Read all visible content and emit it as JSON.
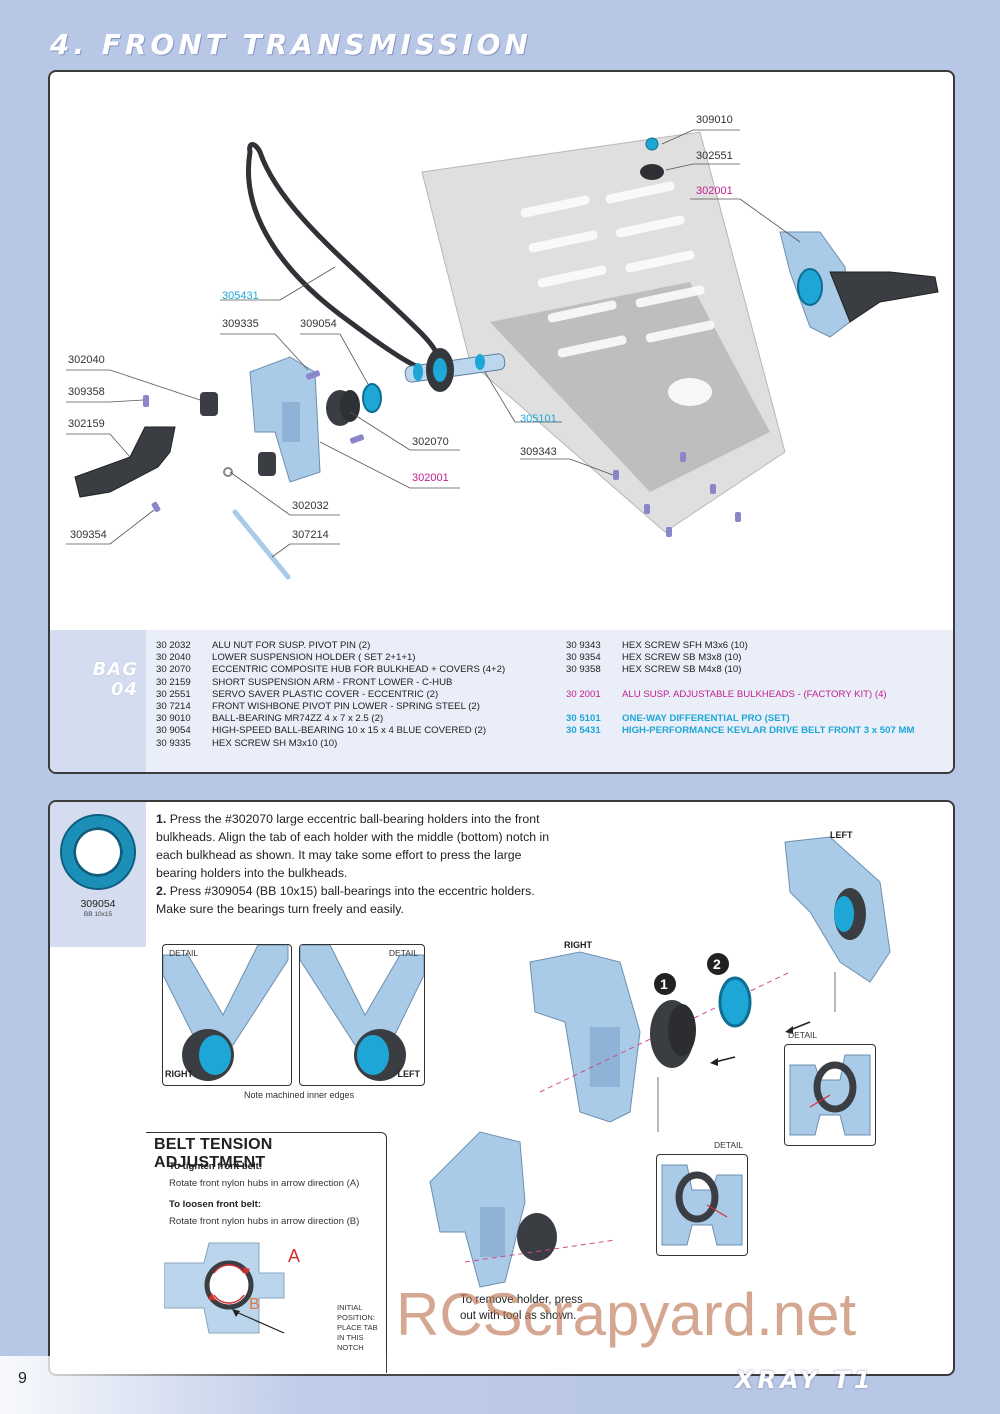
{
  "page": {
    "title": "4. FRONT TRANSMISSION",
    "page_number": "9",
    "brand": "XRAY T1",
    "watermark": "RCScrapyard.net"
  },
  "callouts": {
    "c309010": "309010",
    "c302551": "302551",
    "c302001_top": "302001",
    "c305431": "305431",
    "c309335": "309335",
    "c309054": "309054",
    "c302040": "302040",
    "c309358": "309358",
    "c302159": "302159",
    "c305101": "305101",
    "c309343": "309343",
    "c302070": "302070",
    "c302001_mid": "302001",
    "c302032": "302032",
    "c307214": "307214",
    "c309354": "309354"
  },
  "parts_list": {
    "bag_line1": "BAG",
    "bag_line2": "04",
    "left": [
      {
        "code": "30 2032",
        "desc": "ALU NUT FOR SUSP. PIVOT PIN (2)"
      },
      {
        "code": "30 2040",
        "desc": "LOWER SUSPENSION HOLDER ( SET 2+1+1)"
      },
      {
        "code": "30 2070",
        "desc": "ECCENTRIC COMPOSITE HUB FOR BULKHEAD + COVERS (4+2)"
      },
      {
        "code": "30 2159",
        "desc": "SHORT SUSPENSION ARM - FRONT LOWER - C-HUB"
      },
      {
        "code": "30 2551",
        "desc": "SERVO SAVER PLASTIC COVER - ECCENTRIC (2)"
      },
      {
        "code": "30 7214",
        "desc": "FRONT WISHBONE PIVOT PIN LOWER - SPRING STEEL  (2)"
      },
      {
        "code": "30 9010",
        "desc": "BALL-BEARING MR74ZZ 4 x 7 x 2.5 (2)"
      },
      {
        "code": "30 9054",
        "desc": "HIGH-SPEED BALL-BEARING 10 x 15 x 4 BLUE COVERED (2)"
      },
      {
        "code": "30 9335",
        "desc": "HEX SCREW  SH M3x10 (10)"
      }
    ],
    "right": [
      {
        "code": "30 9343",
        "desc": "HEX SCREW  SFH M3x6 (10)"
      },
      {
        "code": "30 9354",
        "desc": "HEX SCREW  SB M3x8 (10)"
      },
      {
        "code": "30 9358",
        "desc": "HEX SCREW  SB M4x8 (10)"
      },
      {
        "code": "30 2001",
        "desc": "ALU SUSP. ADJUSTABLE BULKHEADS - (FACTORY KIT) (4)"
      },
      {
        "code": "30 5101",
        "desc": "ONE-WAY DIFFERENTIAL PRO (SET)"
      },
      {
        "code": "30 5431",
        "desc": "HIGH-PERFORMANCE KEVLAR DRIVE BELT FRONT 3 x 507 MM"
      }
    ]
  },
  "instructions": {
    "thumb_number": "309054",
    "thumb_sub": "BB 10x15",
    "step1_num": "1.",
    "step1_text": "Press the #302070 large eccentric ball-bearing holders into the front bulkheads. Align the tab of each holder with the middle (bottom) notch in each bulkhead as shown. It may take some effort to press the large bearing holders into the bulkheads.",
    "step2_num": "2.",
    "step2_text": "Press #309054 (BB 10x15) ball-bearings into the eccentric holders. Make sure the bearings turn freely and easily.",
    "detail": "DETAIL",
    "right": "RIGHT",
    "left": "LEFT",
    "note_inner_edges": "Note machined inner edges",
    "step_marker_1": "1",
    "step_marker_2": "2",
    "remove_holder": "To remove holder, press out with tool as shown."
  },
  "belt_tension": {
    "title": "BELT TENSION ADJUSTMENT",
    "tighten_head": "To tighten front belt:",
    "tighten_text": "Rotate front nylon hubs in arrow direction (A)",
    "loosen_head": "To loosen front belt:",
    "loosen_text": "Rotate front nylon hubs in arrow direction (B)",
    "label_a": "A",
    "label_b": "B",
    "initial_position": "INITIAL POSITION:",
    "place_tab": "PLACE TAB",
    "in_this_notch": "IN THIS NOTCH"
  },
  "colors": {
    "page_bg": "#b9c7e6",
    "part_blue": "#a9cbe8",
    "bearing_cyan": "#1ea7d6",
    "magenta": "#c2208e",
    "dark_part": "#3a3d42"
  }
}
